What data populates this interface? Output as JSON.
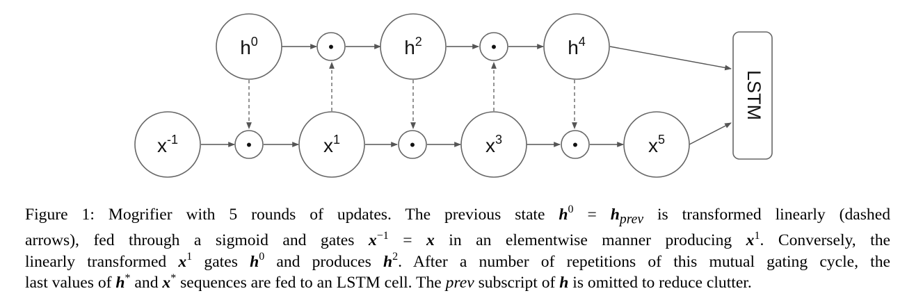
{
  "diagram": {
    "top_nodes": [
      {
        "base": "h",
        "sup": "0"
      },
      {
        "base": "h",
        "sup": "2"
      },
      {
        "base": "h",
        "sup": "4"
      }
    ],
    "bottom_nodes": [
      {
        "base": "x",
        "sup": "-1"
      },
      {
        "base": "x",
        "sup": "1"
      },
      {
        "base": "x",
        "sup": "3"
      },
      {
        "base": "x",
        "sup": "5"
      }
    ],
    "gate_symbol": "•",
    "lstm_label": "LSTM"
  },
  "caption": {
    "l1_a": "Figure 1: Mogrifier with 5 rounds of updates. The previous state ",
    "l1_h": "h",
    "l1_h_sup": "0",
    "l1_eq": " = ",
    "l1_hprev": "h",
    "l1_prev": "prev",
    "l1_b": " is transformed linearly (dashed",
    "l2_a": "arrows), fed through a sigmoid and gates ",
    "l2_x": "x",
    "l2_x_sup": "−1",
    "l2_eq": " = ",
    "l2_x2": "x",
    "l2_b": " in an elementwise manner producing ",
    "l2_x3": "x",
    "l2_x3_sup": "1",
    "l2_c": ". Conversely, the",
    "l3_a": "linearly transformed ",
    "l3_x": "x",
    "l3_x_sup": "1",
    "l3_b": " gates ",
    "l3_h": "h",
    "l3_h_sup": "0",
    "l3_c": " and produces ",
    "l3_h2": "h",
    "l3_h2_sup": "2",
    "l3_d": ". After a number of repetitions of this mutual gating cycle, the",
    "l4_a": "last values of ",
    "l4_h": "h",
    "l4_h_sup": "*",
    "l4_b": " and ",
    "l4_x": "x",
    "l4_x_sup": "*",
    "l4_c": " sequences are fed to an LSTM cell. The ",
    "l4_prev": "prev",
    "l4_d": " subscript of ",
    "l4_h2": "h",
    "l4_e": " is omitted to reduce clutter."
  }
}
